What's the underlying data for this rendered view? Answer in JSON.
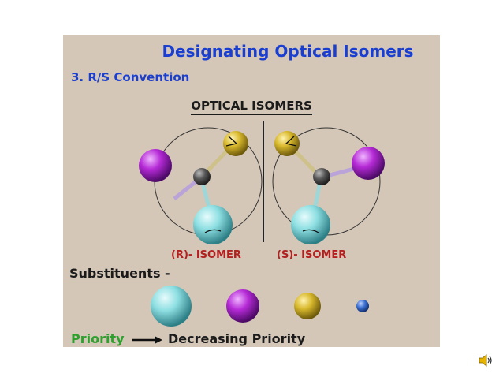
{
  "slide": {
    "title": "Designating Optical Isomers",
    "subtitle": "3. R/S Convention",
    "heading": "OPTICAL ISOMERS",
    "r_label": "(R)- ISOMER",
    "s_label": "(S)- ISOMER",
    "substituents_label": "Substituents -",
    "priority_label": "Priority",
    "decreasing_label": "Decreasing Priority"
  },
  "colors": {
    "background": "#d4c7b7",
    "title": "#1a3fd0",
    "isomer_label": "#b22020",
    "priority": "#2ea02e",
    "cyan_atom": "#7fd8dc",
    "purple_atom": "#b02ad0",
    "yellow_atom": "#d8b82c",
    "blue_atom": "#2f63c8",
    "carbon": "#555555"
  },
  "icons": {
    "speaker": "speaker-icon",
    "arrow": "right-arrow-icon"
  }
}
